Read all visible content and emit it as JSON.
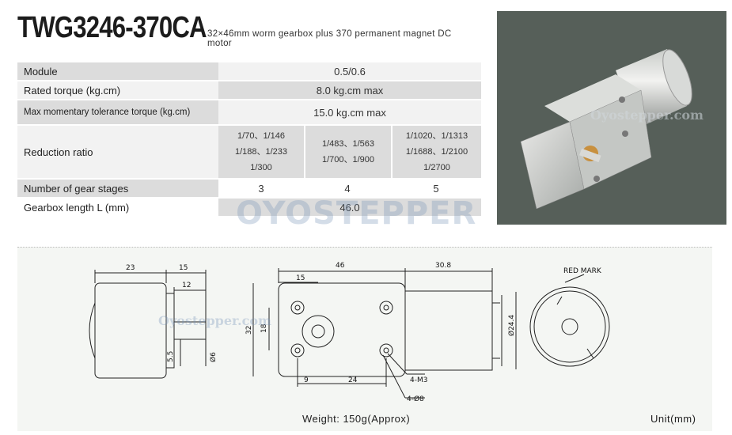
{
  "header": {
    "title": "TWG3246-370CA",
    "subtitle": "32×46mm worm gearbox plus 370 permanent magnet DC motor"
  },
  "specs": {
    "module_label": "Module",
    "module_value": "0.5/0.6",
    "torque_label": "Rated torque (kg.cm)",
    "torque_value": "8.0 kg.cm max",
    "momentary_label": "Max momentary tolerance torque (kg.cm)",
    "momentary_value": "15.0 kg.cm max",
    "ratio_label": "Reduction ratio",
    "ratio_group_1": [
      "1/70、1/146",
      "1/188、1/233",
      "1/300"
    ],
    "ratio_group_2": [
      "1/483、1/563",
      "1/700、1/900"
    ],
    "ratio_group_3": [
      "1/1020、1/1313",
      "1/1688、1/2100",
      "1/2700"
    ],
    "stages_label": "Number of gear stages",
    "stages_values": [
      "3",
      "4",
      "5"
    ],
    "length_label": "Gearbox length  L (mm)",
    "length_value": "46.0"
  },
  "photo": {
    "watermark": "Oyostepper.com"
  },
  "watermarks": {
    "center_logo": "OYOSTEPPER",
    "drawing_mark": "Oyostepper.com"
  },
  "drawing": {
    "side_view": {
      "d_23": "23",
      "d_15": "15",
      "d_12": "12",
      "d_5_5": "5.5",
      "d_phi6": "Ø6"
    },
    "front_view": {
      "d_46": "46",
      "d_30_8": "30.8",
      "d_15": "15",
      "d_32": "32",
      "d_18": "18",
      "d_9": "9",
      "d_24": "24",
      "d_phi24_4": "Ø24.4",
      "hole_m3": "4-M3",
      "hole_phi8": "4-Ø8"
    },
    "end_view": {
      "red_mark": "RED MARK"
    }
  },
  "footer": {
    "weight": "Weight: 150g(Approx)",
    "unit": "Unit(mm)"
  },
  "colors": {
    "label_bg": "#dcdcdc",
    "value_bg": "#f2f2f2",
    "photo_bg": "#565f59",
    "watermark": "#7896b9"
  }
}
